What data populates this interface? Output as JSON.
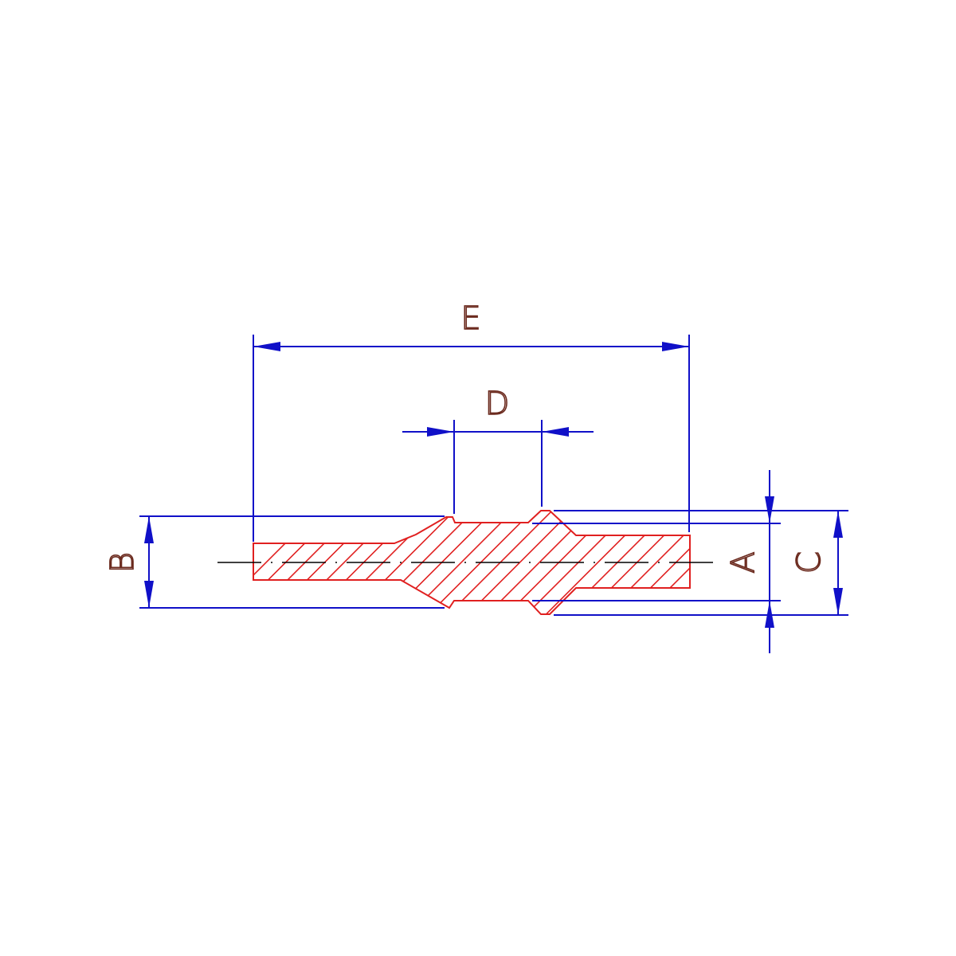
{
  "labels": {
    "A": "A",
    "B": "B",
    "C": "C",
    "D": "D",
    "E": "E"
  },
  "colors": {
    "part": "#e02020",
    "dimension": "#1010c8",
    "label": "#6b2a1e",
    "centerline": "#000000"
  }
}
